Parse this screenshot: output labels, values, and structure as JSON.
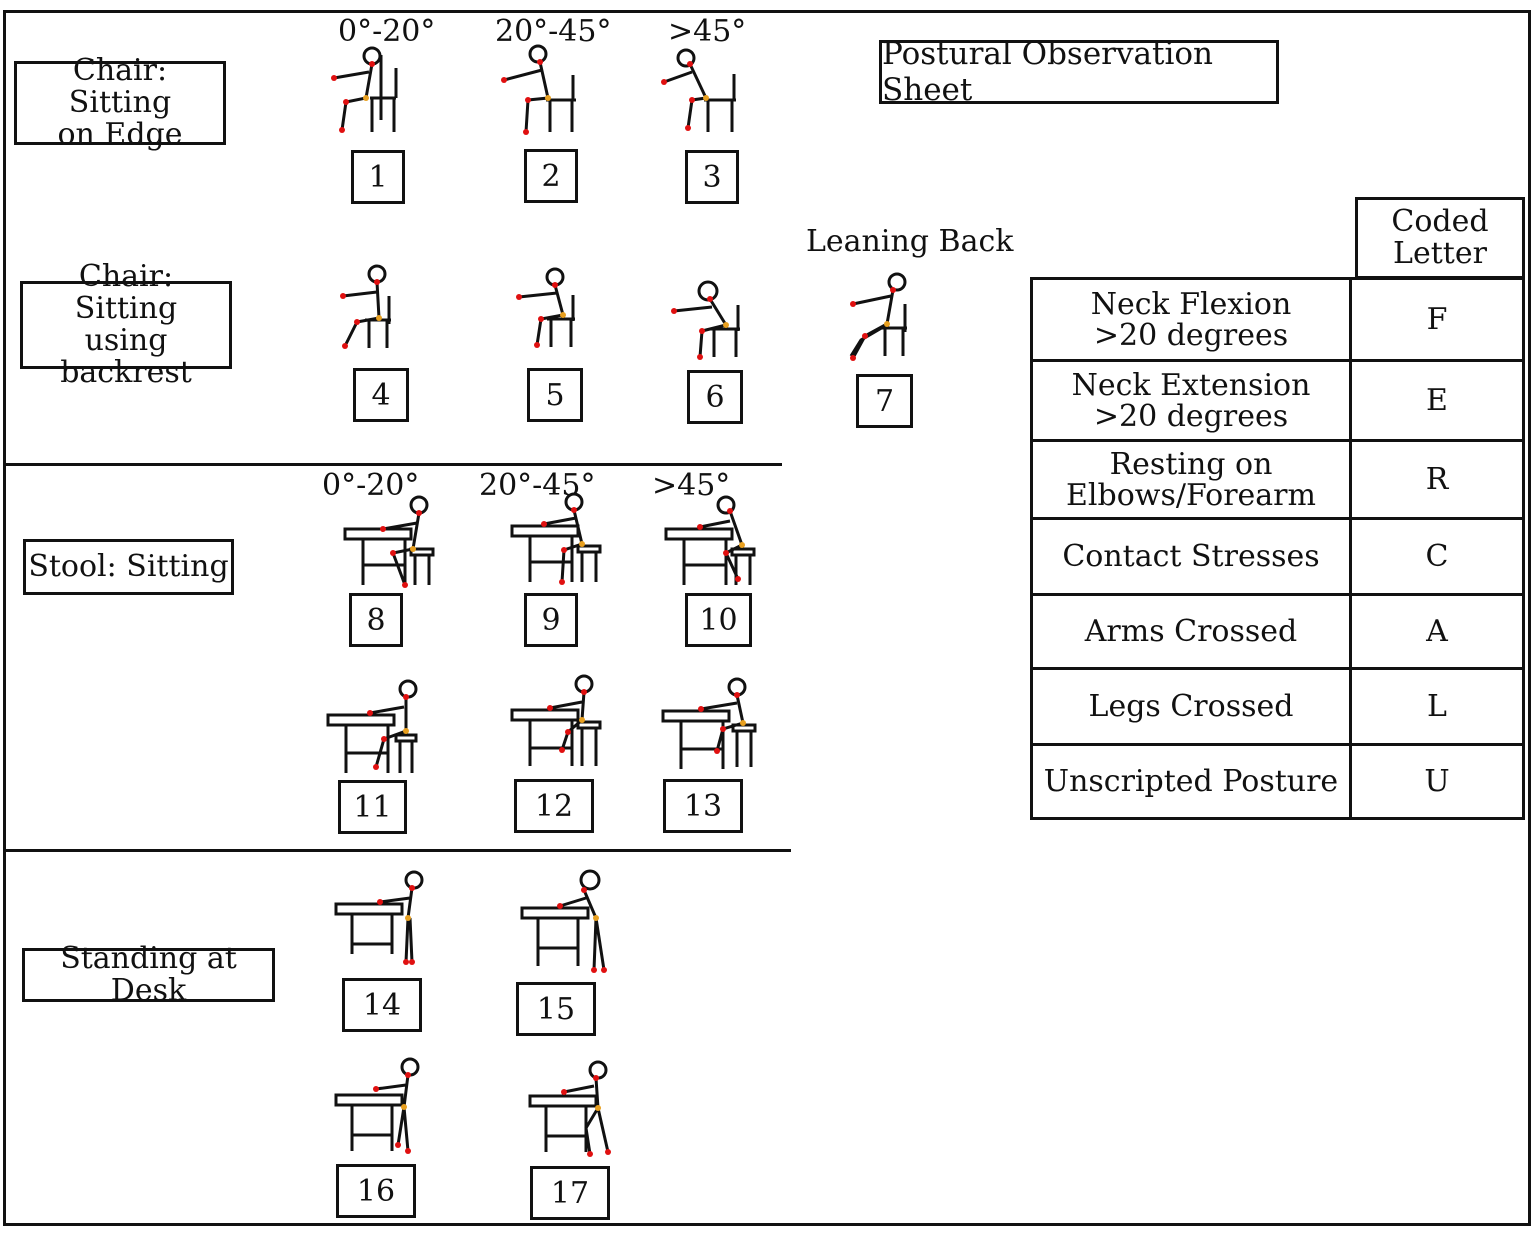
{
  "title": "Postural Observation Sheet",
  "sections": {
    "chair_edge": "Chair: Sitting\non Edge",
    "chair_backrest": "Chair: Sitting\nusing backrest",
    "stool": "Stool: Sitting",
    "standing": "Standing at Desk"
  },
  "angles": {
    "chair": [
      "0°-20°",
      "20°-45°",
      ">45°"
    ],
    "stool": [
      "0°-20°",
      "20°-45°",
      ">45°"
    ]
  },
  "leaning_back": "Leaning Back",
  "positions": [
    "1",
    "2",
    "3",
    "4",
    "5",
    "6",
    "7",
    "8",
    "9",
    "10",
    "11",
    "12",
    "13",
    "14",
    "15",
    "16",
    "17"
  ],
  "legend": {
    "header": "Coded\nLetter",
    "rows": [
      {
        "label": "Neck Flexion\n>20 degrees",
        "letter": "F"
      },
      {
        "label": "Neck Extension\n>20 degrees",
        "letter": "E"
      },
      {
        "label": "Resting on\nElbows/Forearm",
        "letter": "R"
      },
      {
        "label": "Contact Stresses",
        "letter": "C"
      },
      {
        "label": "Arms Crossed",
        "letter": "A"
      },
      {
        "label": "Legs Crossed",
        "letter": "L"
      },
      {
        "label": "Unscripted Posture",
        "letter": "U"
      }
    ]
  },
  "colors": {
    "line": "#111111",
    "joint": "#e01010",
    "hip": "#e8a020"
  }
}
